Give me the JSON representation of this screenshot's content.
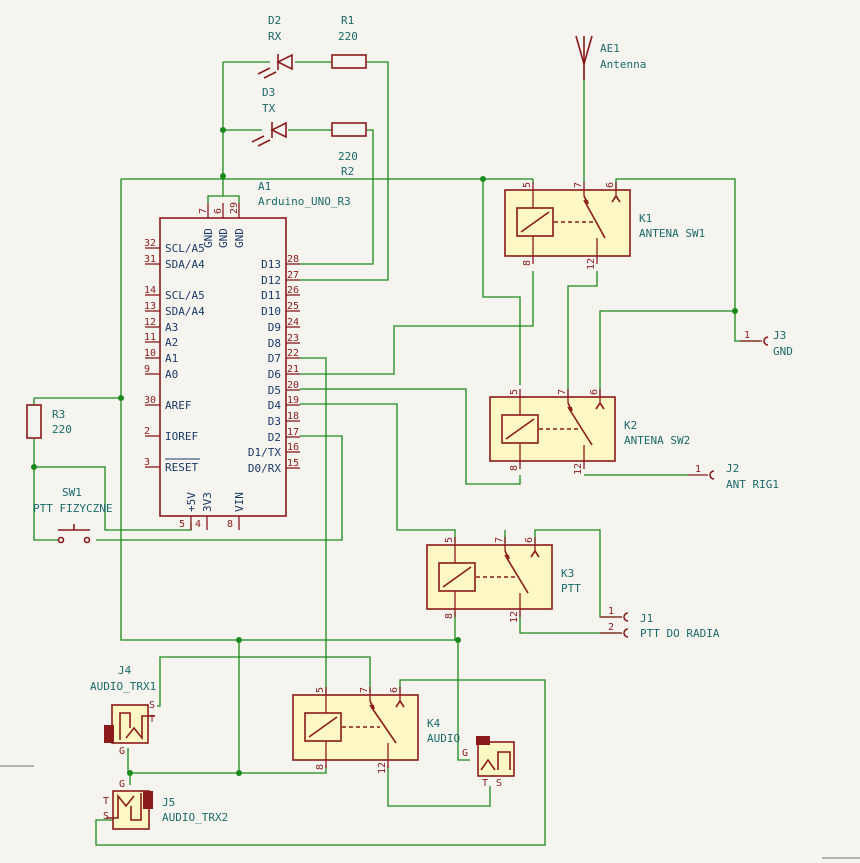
{
  "components": {
    "D2": {
      "ref": "D2",
      "value": "RX"
    },
    "D3": {
      "ref": "D3",
      "value": "TX"
    },
    "R1": {
      "ref": "R1",
      "value": "220"
    },
    "R2": {
      "ref": "R2",
      "value": "220"
    },
    "R3": {
      "ref": "R3",
      "value": "220"
    },
    "AE1": {
      "ref": "AE1",
      "value": "Antenna"
    },
    "A1": {
      "ref": "A1",
      "value": "Arduino_UNO_R3"
    },
    "K1": {
      "ref": "K1",
      "value": "ANTENA SW1"
    },
    "K2": {
      "ref": "K2",
      "value": "ANTENA SW2"
    },
    "K3": {
      "ref": "K3",
      "value": "PTT"
    },
    "K4": {
      "ref": "K4",
      "value": "AUDIO"
    },
    "J1": {
      "ref": "J1",
      "value": "PTT DO RADIA"
    },
    "J2": {
      "ref": "J2",
      "value": "ANT RIG1"
    },
    "J3": {
      "ref": "J3",
      "value": "GND"
    },
    "J4": {
      "ref": "J4",
      "value": "AUDIO_TRX1"
    },
    "J5": {
      "ref": "J5",
      "value": "AUDIO_TRX2"
    },
    "SW1": {
      "ref": "SW1",
      "value": "PTT FIZYCZNE"
    }
  },
  "arduino": {
    "left_pins": [
      {
        "num": "32",
        "name": "SCL/A5"
      },
      {
        "num": "31",
        "name": "SDA/A4"
      },
      {
        "num": "14",
        "name": "SCL/A5"
      },
      {
        "num": "13",
        "name": "SDA/A4"
      },
      {
        "num": "12",
        "name": "A3"
      },
      {
        "num": "11",
        "name": "A2"
      },
      {
        "num": "10",
        "name": "A1"
      },
      {
        "num": "9",
        "name": "A0"
      },
      {
        "num": "30",
        "name": "AREF"
      },
      {
        "num": "2",
        "name": "IOREF"
      },
      {
        "num": "3",
        "name": "RESET"
      }
    ],
    "right_pins": [
      {
        "num": "28",
        "name": "D13"
      },
      {
        "num": "27",
        "name": "D12"
      },
      {
        "num": "26",
        "name": "D11"
      },
      {
        "num": "25",
        "name": "D10"
      },
      {
        "num": "24",
        "name": "D9"
      },
      {
        "num": "23",
        "name": "D8"
      },
      {
        "num": "22",
        "name": "D7"
      },
      {
        "num": "21",
        "name": "D6"
      },
      {
        "num": "20",
        "name": "D5"
      },
      {
        "num": "19",
        "name": "D4"
      },
      {
        "num": "18",
        "name": "D3"
      },
      {
        "num": "17",
        "name": "D2"
      },
      {
        "num": "16",
        "name": "D1/TX"
      },
      {
        "num": "15",
        "name": "D0/RX"
      }
    ],
    "top_pins": [
      {
        "num": "7",
        "name": "GND"
      },
      {
        "num": "6",
        "name": "GND"
      },
      {
        "num": "29",
        "name": "GND"
      }
    ],
    "bottom_pins": [
      {
        "num": "5",
        "name": "+5V"
      },
      {
        "num": "4",
        "name": "3V3"
      },
      {
        "num": "8",
        "name": "VIN"
      }
    ]
  },
  "relay_pins": {
    "p5": "5",
    "p8": "8",
    "p7": "7",
    "p6": "6",
    "p12": "12"
  },
  "connector_pins": {
    "j1_1": "1",
    "j1_2": "2",
    "j2_1": "1",
    "j3_1": "1"
  },
  "jack_pins": {
    "S": "S",
    "T": "T",
    "G": "G"
  }
}
